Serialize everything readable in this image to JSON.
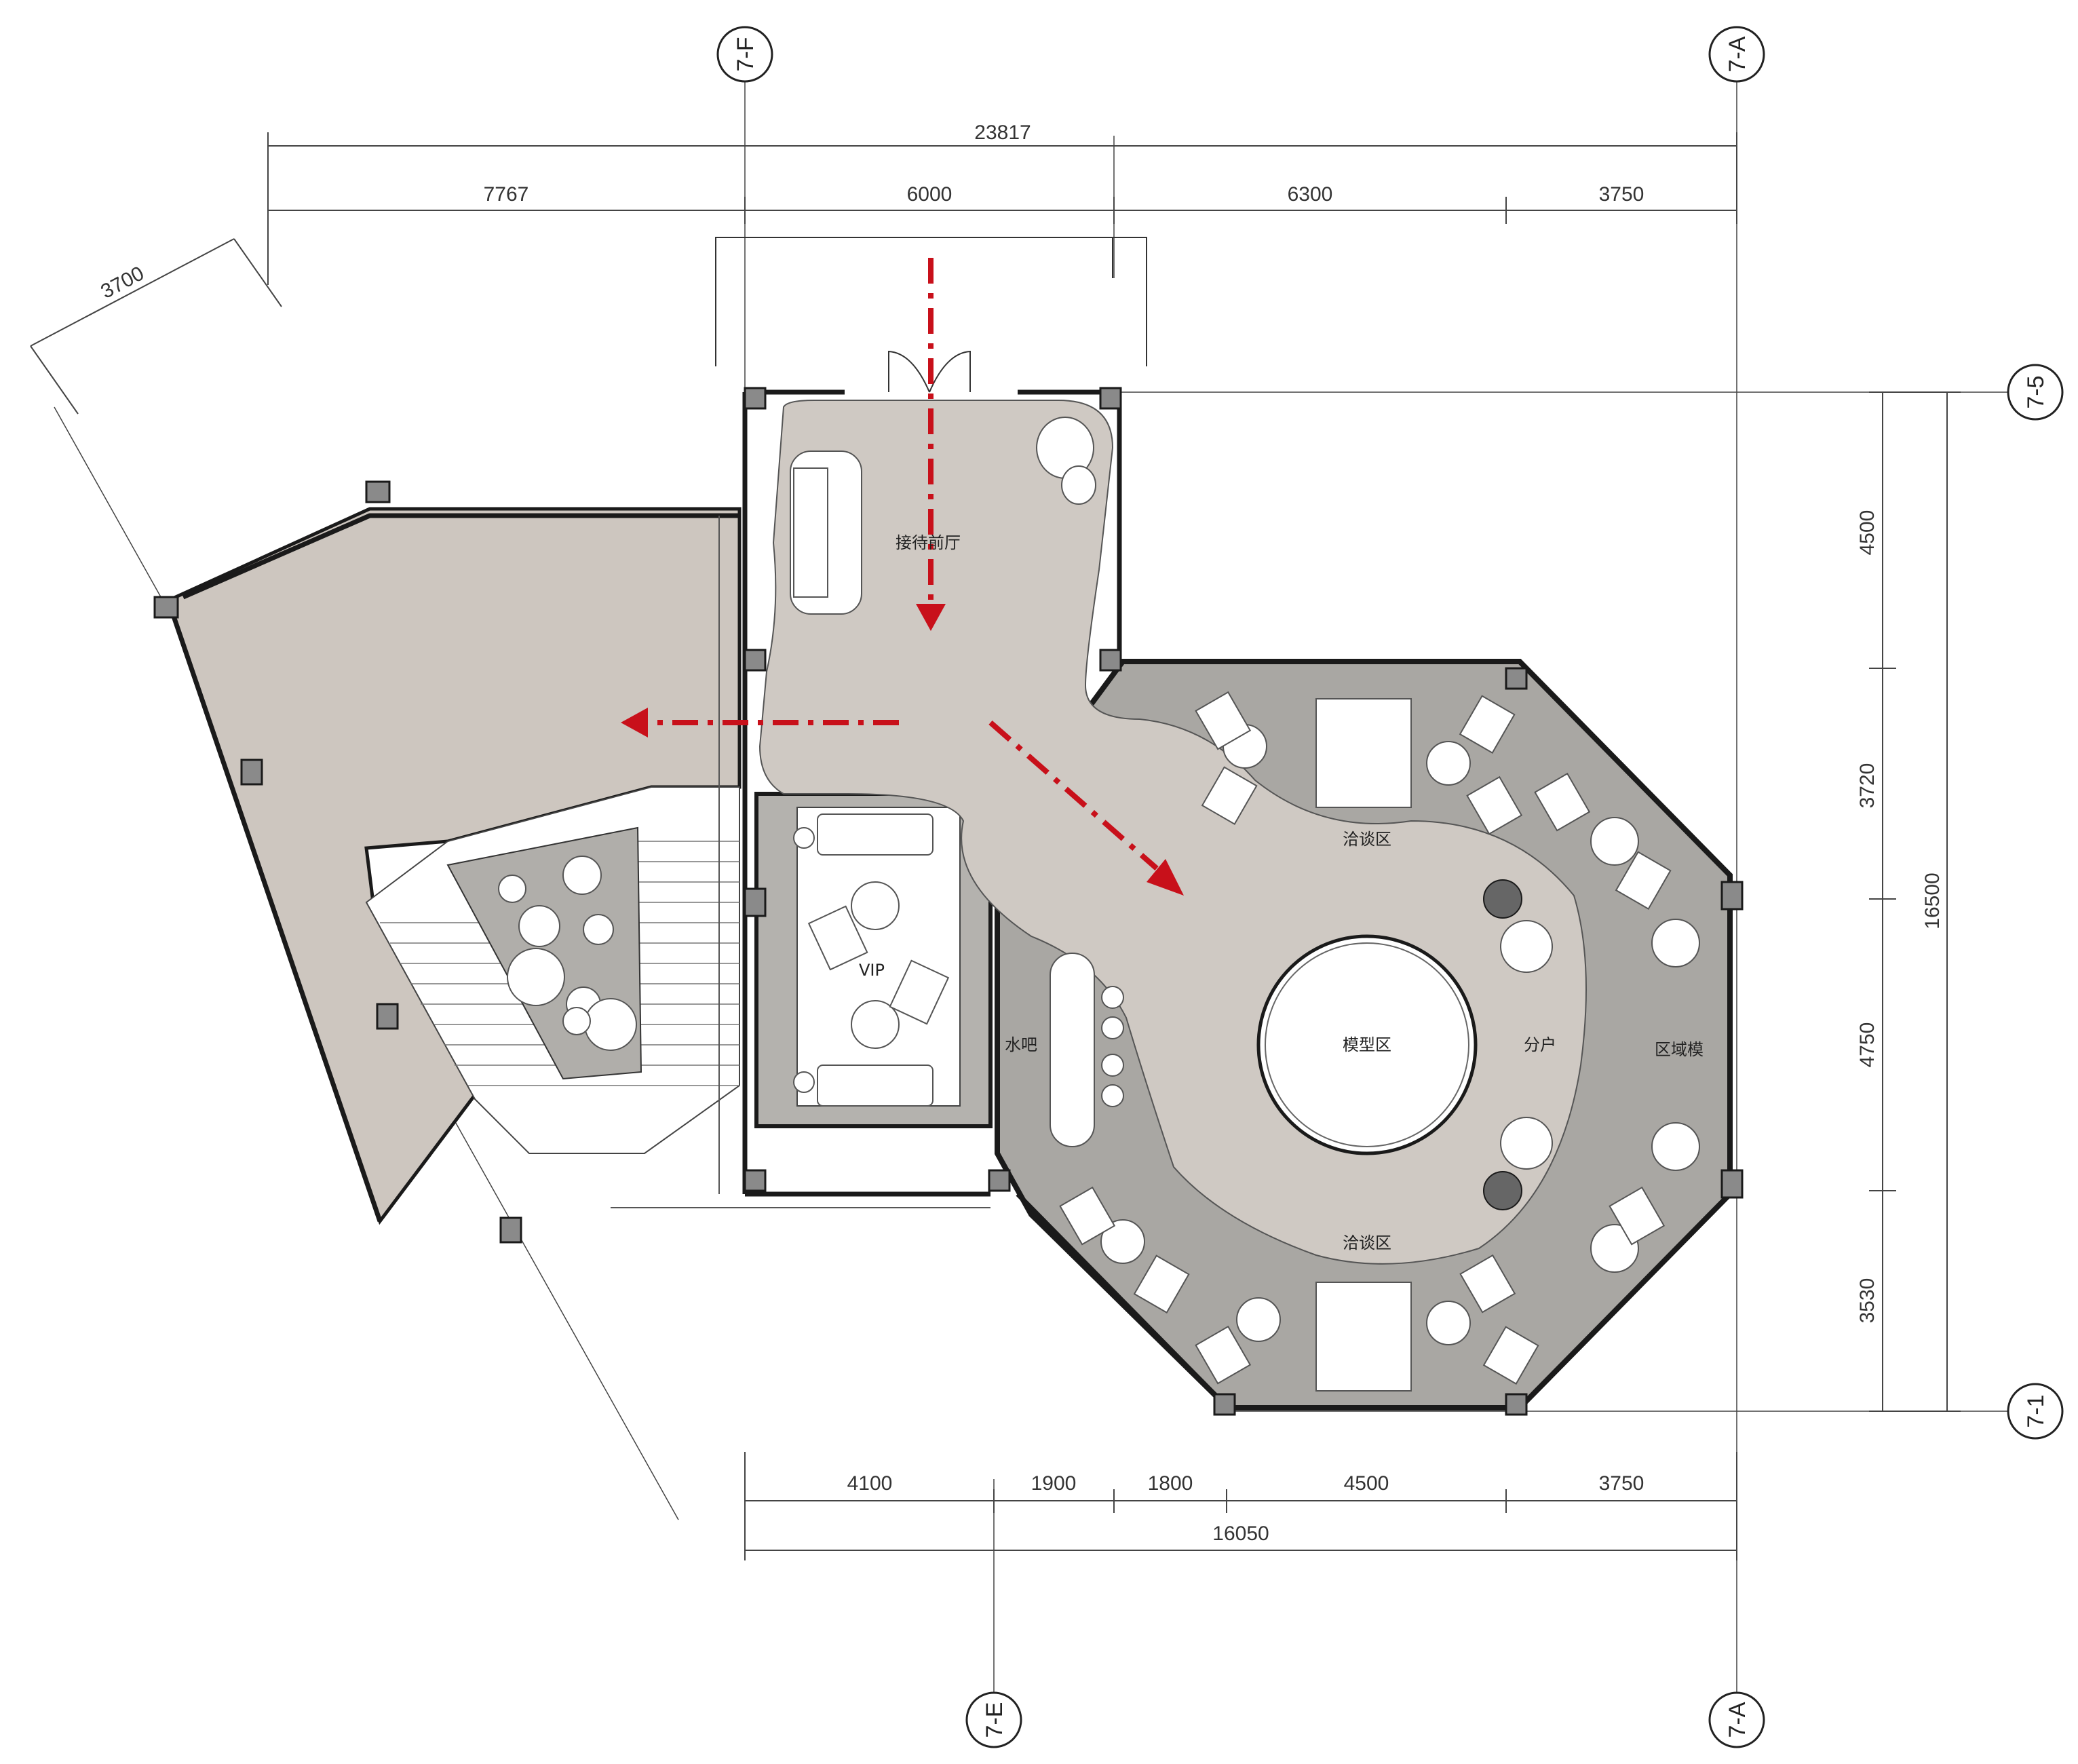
{
  "colors": {
    "floor_light": "#cfc9c3",
    "floor_dark": "#a9a7a3",
    "wall": "#1a1a1a",
    "flow_arrow": "#c8101a"
  },
  "axes": {
    "top_left": "7-F",
    "top_right": "7-A",
    "bottom_left": "7-E",
    "bottom_right": "7-A",
    "right_top": "7-5",
    "right_bottom": "7-1"
  },
  "dimensions": {
    "top_total": "23817",
    "top_segments": [
      "7767",
      "6000",
      "6300",
      "3750"
    ],
    "bottom_segments": [
      "4100",
      "1900",
      "1800",
      "4500",
      "3750"
    ],
    "bottom_total": "16050",
    "right_segments": [
      "4500",
      "3720",
      "4750",
      "3530"
    ],
    "right_total": "16500",
    "diagonal": "3700"
  },
  "rooms": {
    "reception": "接待前厅",
    "vip": "VIP",
    "water_bar": "水吧",
    "negotiation_top": "洽谈区",
    "negotiation_bottom": "洽谈区",
    "model_area": "模型区",
    "unit_model": "分户",
    "regional_model": "区域模"
  }
}
